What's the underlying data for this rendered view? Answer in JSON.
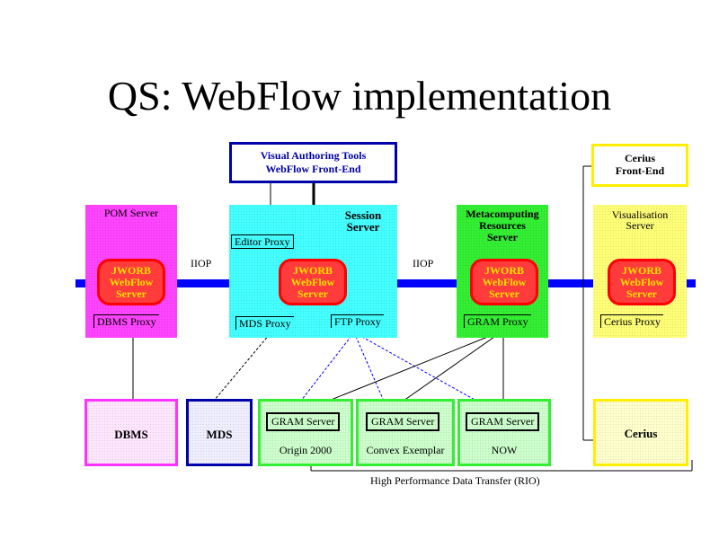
{
  "slide": {
    "title": "QS: WebFlow implementation"
  },
  "top": {
    "visual_tools_line1": "Visual  Authoring Tools",
    "visual_tools_line2": "WebFlow   Front-End",
    "cerius_frontend_line1": "Cerius",
    "cerius_frontend_line2": "Front-End"
  },
  "servers": {
    "pom_server": "POM  Server",
    "session_server_line1": "Session",
    "session_server_line2": "Server",
    "metacomputing_line1": "Metacomputing",
    "metacomputing_line2": "Resources",
    "metacomputing_line3": "Server",
    "visualisation_line1": "Visualisation",
    "visualisation_line2": "Server"
  },
  "proxies": {
    "editor_proxy": "Editor  Proxy",
    "dbms_proxy": "DBMS  Proxy",
    "mds_proxy": "MDS  Proxy",
    "ftp_proxy": "FTP  Proxy",
    "gram_proxy": "GRAM  Proxy",
    "cerius_proxy": "Cerius  Proxy"
  },
  "webflow_server": {
    "line1": "JWORB",
    "line2": "WebFlow",
    "line3": "Server"
  },
  "bus": {
    "iiop_left": "IIOP",
    "iiop_right": "IIOP",
    "color": "#0000ff"
  },
  "bottom": {
    "dbms": "DBMS",
    "mds": "MDS",
    "gram_server": "GRAM Server",
    "origin": "Origin  2000",
    "convex": "Convex   Exemplar",
    "now": "NOW",
    "cerius": "Cerius"
  },
  "footer": {
    "high_perf": "High  Performance  Data  Transfer  (RIO)"
  },
  "colors": {
    "magenta": "#ff33ff",
    "cyan": "#33ffff",
    "green": "#33ee33",
    "yellow": "#ffff66",
    "navy": "#0000aa",
    "red_orb": "#ff3b3b"
  }
}
